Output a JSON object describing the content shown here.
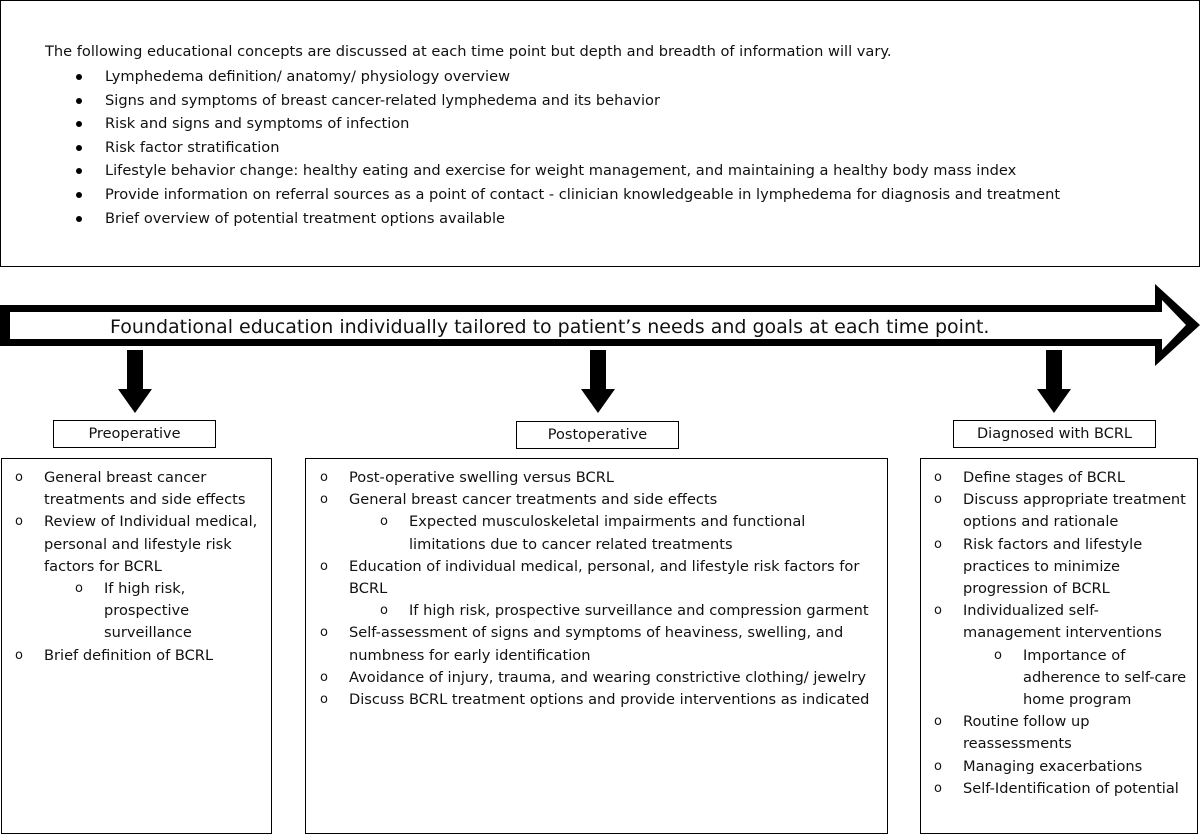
{
  "top_box": {
    "intro": "The following educational concepts are discussed at each time point but depth and breadth of information will vary.",
    "concepts": [
      "Lymphedema definition/ anatomy/ physiology overview",
      "Signs and symptoms of breast cancer-related lymphedema and its behavior",
      "Risk and signs and symptoms of infection",
      "Risk factor stratification",
      "Lifestyle behavior change: healthy eating and exercise for weight management, and maintaining a healthy body mass index",
      "Provide information on referral sources as a point of contact - clinician knowledgeable in lymphedema for diagnosis and treatment",
      "Brief overview of potential treatment options available"
    ]
  },
  "arrow": {
    "text": "Foundational education individually tailored to patient’s needs and goals at each time point."
  },
  "preoperative": {
    "label": "Preoperative",
    "items": [
      {
        "text": "General breast cancer treatments and side effects"
      },
      {
        "text": "Review of Individual medical, personal and lifestyle risk factors for BCRL",
        "sub": [
          "If high risk, prospective surveillance"
        ]
      },
      {
        "text": "Brief definition of BCRL"
      }
    ]
  },
  "postoperative": {
    "label": "Postoperative",
    "items": [
      {
        "text": "Post-operative swelling versus BCRL"
      },
      {
        "text": "General breast cancer treatments and side effects",
        "sub": [
          "Expected musculoskeletal impairments and functional limitations due to cancer related treatments"
        ]
      },
      {
        "text": "Education of individual medical, personal, and lifestyle risk factors for BCRL",
        "sub": [
          "If high risk, prospective surveillance and compression garment"
        ]
      },
      {
        "text": "Self-assessment of signs and symptoms of heaviness, swelling, and numbness for early identification"
      },
      {
        "text": "Avoidance of injury, trauma, and wearing constrictive clothing/ jewelry"
      },
      {
        "text": "Discuss BCRL treatment options and provide interventions as indicated"
      }
    ]
  },
  "diagnosed": {
    "label": "Diagnosed with BCRL",
    "items": [
      {
        "text": "Define stages of BCRL"
      },
      {
        "text": "Discuss appropriate treatment options and rationale"
      },
      {
        "text": "Risk factors and lifestyle practices to minimize progression of BCRL"
      },
      {
        "text": "Individualized self-management interventions",
        "sub": [
          "Importance of adherence to self-care home program"
        ]
      },
      {
        "text": "Routine follow up reassessments"
      },
      {
        "text": "Managing exacerbations"
      },
      {
        "text": "Self-Identification of potential"
      }
    ]
  }
}
